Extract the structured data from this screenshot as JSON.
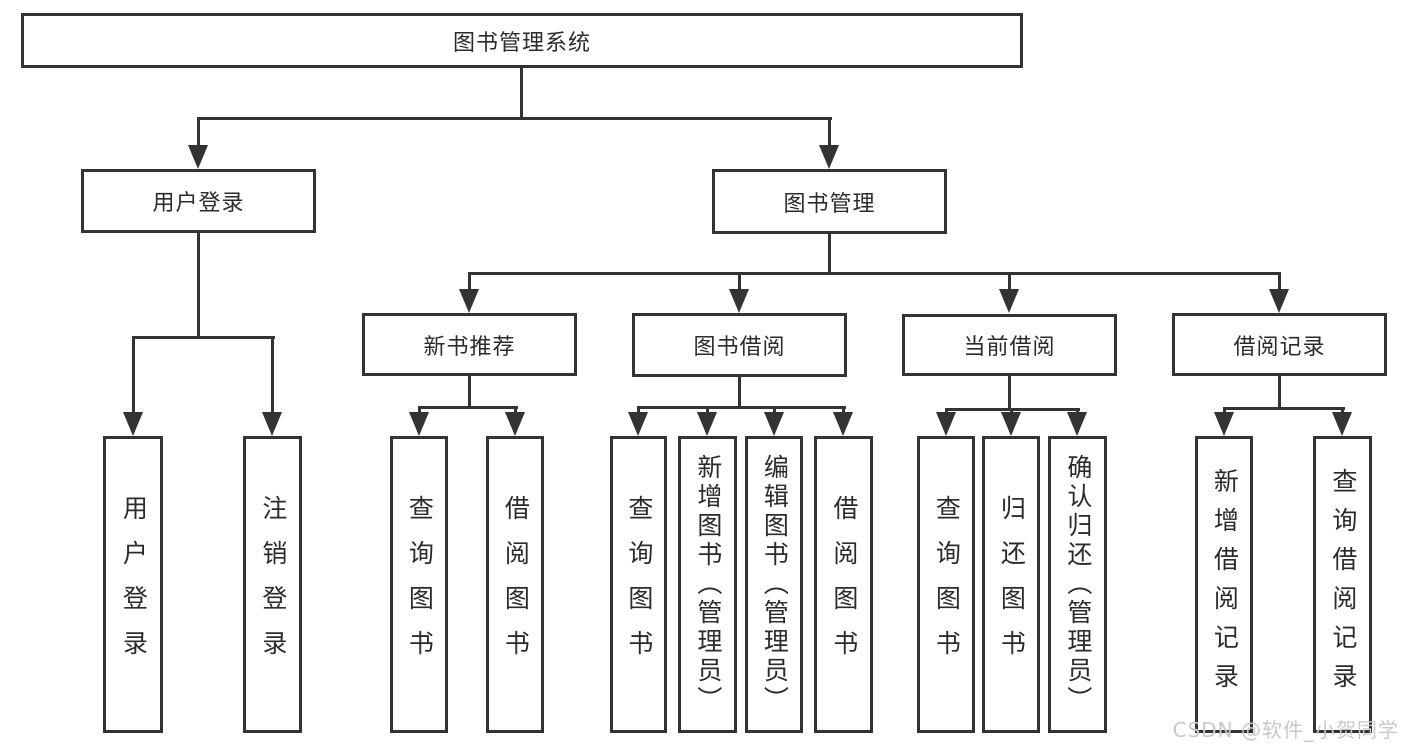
{
  "tree": {
    "root": "图书管理系统",
    "user_login": {
      "label": "用户登录",
      "children": [
        "用户登录",
        "注销登录"
      ]
    },
    "book_mgmt": {
      "label": "图书管理",
      "children": {
        "new_rec": {
          "label": "新书推荐",
          "children": [
            "查询图书",
            "借阅图书"
          ]
        },
        "book_borrow": {
          "label": "图书借阅",
          "children": [
            "查询图书",
            "新增图书（管理员）",
            "编辑图书（管理员）",
            "借阅图书"
          ]
        },
        "current_borrow": {
          "label": "当前借阅",
          "children": [
            "查询图书",
            "归还图书",
            "确认归还（管理员）"
          ]
        },
        "borrow_record": {
          "label": "借阅记录",
          "children": [
            "新增借阅记录",
            "查询借阅记录"
          ]
        }
      }
    }
  },
  "watermark": "CSDN @软件_小贺同学",
  "colors": {
    "line": "#333333",
    "text": "#2b2b2b",
    "watermark_text": "#c9c9c9",
    "background": "#ffffff"
  }
}
